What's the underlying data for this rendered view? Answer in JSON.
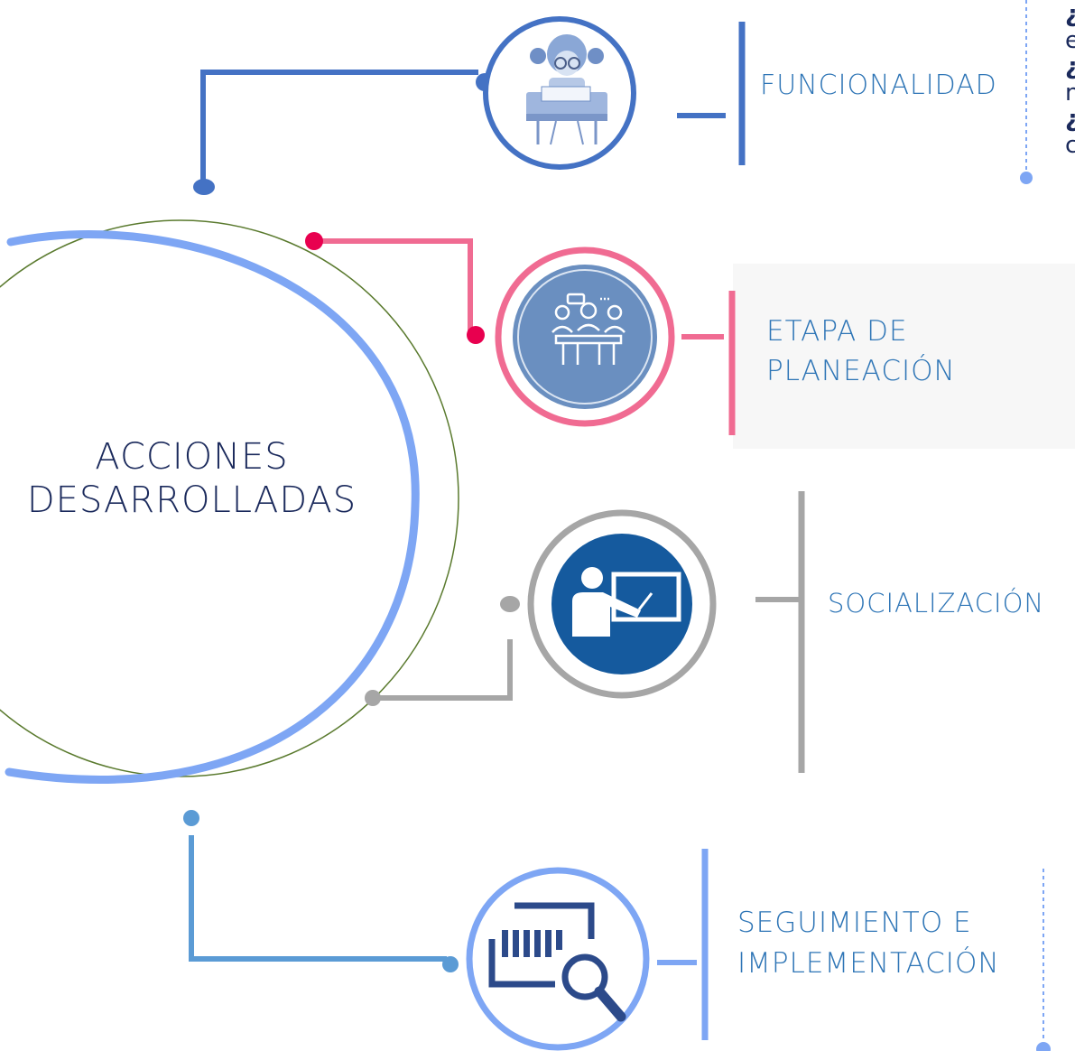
{
  "center": {
    "line1": "ACCIONES",
    "line2": "DESARROLLADAS"
  },
  "branches": [
    {
      "label": "FUNCIONALIDAD",
      "color": "#4472c4",
      "icon": "student-reading-icon"
    },
    {
      "label_line1": "ETAPA DE",
      "label_line2": "PLANEACIÓN",
      "color": "#f06b92",
      "icon": "team-meeting-icon"
    },
    {
      "label": "SOCIALIZACIÓN",
      "color": "#a6a6a6",
      "icon": "presentation-board-icon"
    },
    {
      "label_line1": "SEGUIMIENTO E",
      "label_line2": "IMPLEMENTACIÓN",
      "color": "#7ea6f4",
      "icon": "barcode-magnifier-icon"
    }
  ],
  "side_text": {
    "lines": [
      "¿",
      "e",
      "¿",
      "n",
      "¿",
      "c"
    ]
  },
  "colors": {
    "title": "#1b2a5c",
    "funcionalidad_text": "#2e75b6",
    "planeacion_text": "#2e75b6",
    "socializacion_text": "#2e75b6",
    "seguimiento_text": "#2e75b6",
    "big_circle_arc": "#7ea6f4",
    "big_circle_outline": "#5a7a2e"
  }
}
